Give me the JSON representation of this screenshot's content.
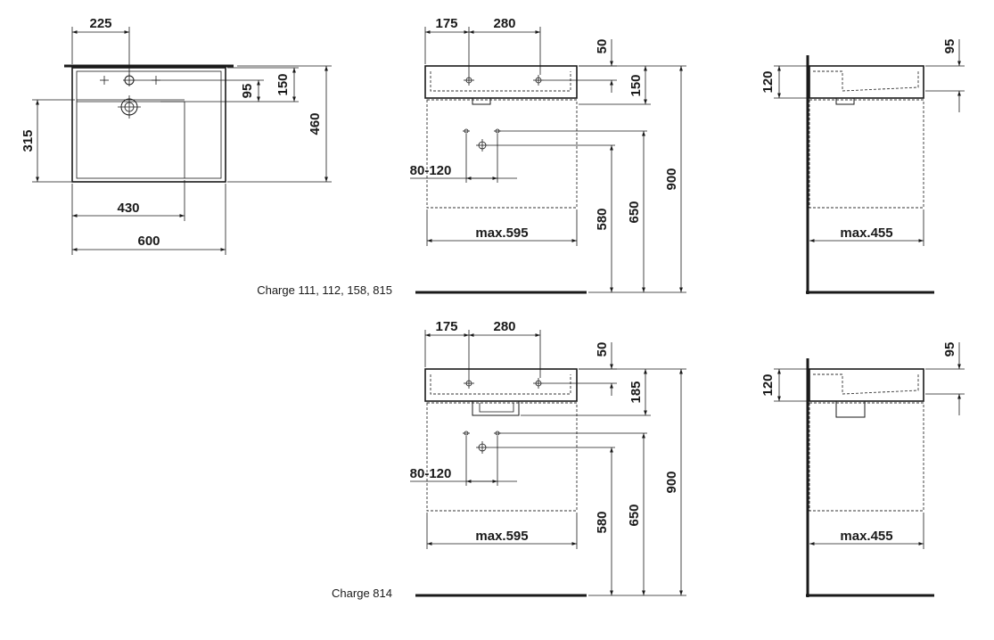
{
  "plan": {
    "dims": {
      "d225": "225",
      "d150": "150",
      "d95": "95",
      "d460": "460",
      "d315": "315",
      "d430": "430",
      "d600": "600"
    }
  },
  "variant_top": {
    "caption": "Charge 111, 112, 158, 815",
    "front": {
      "d175": "175",
      "d280": "280",
      "d50": "50",
      "d150": "150",
      "d80_120": "80-120",
      "d580": "580",
      "d650": "650",
      "d900": "900",
      "max_width": "max.595"
    },
    "side": {
      "d120": "120",
      "d95": "95",
      "max_depth": "max.455"
    }
  },
  "variant_bottom": {
    "caption": "Charge 814",
    "front": {
      "d175": "175",
      "d280": "280",
      "d50": "50",
      "d185": "185",
      "d80_120": "80-120",
      "d580": "580",
      "d650": "650",
      "d900": "900",
      "max_width": "max.595"
    },
    "side": {
      "d120": "120",
      "d95": "95",
      "max_depth": "max.455"
    }
  }
}
